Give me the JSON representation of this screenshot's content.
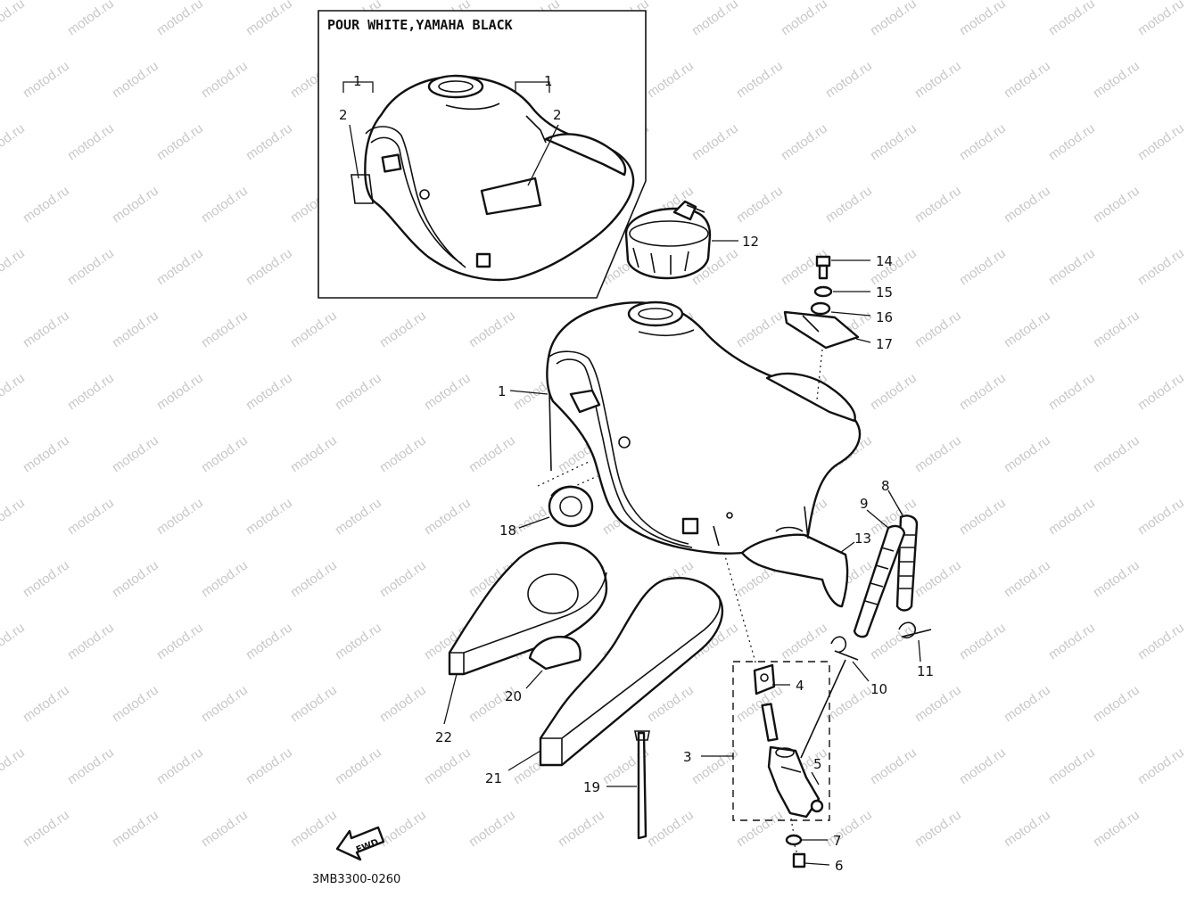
{
  "watermark": "motod.ru",
  "inset_title": "POUR WHITE,YAMAHA BLACK",
  "diagram_code": "3MB3300-0260",
  "fwd_label": "FWD",
  "inset_callouts": [
    "1",
    "2",
    "1",
    "2"
  ],
  "callouts": [
    "12",
    "14",
    "15",
    "16",
    "17",
    "1",
    "18",
    "13",
    "8",
    "9",
    "10",
    "11",
    "4",
    "3",
    "5",
    "7",
    "6",
    "19",
    "20",
    "21",
    "22"
  ]
}
